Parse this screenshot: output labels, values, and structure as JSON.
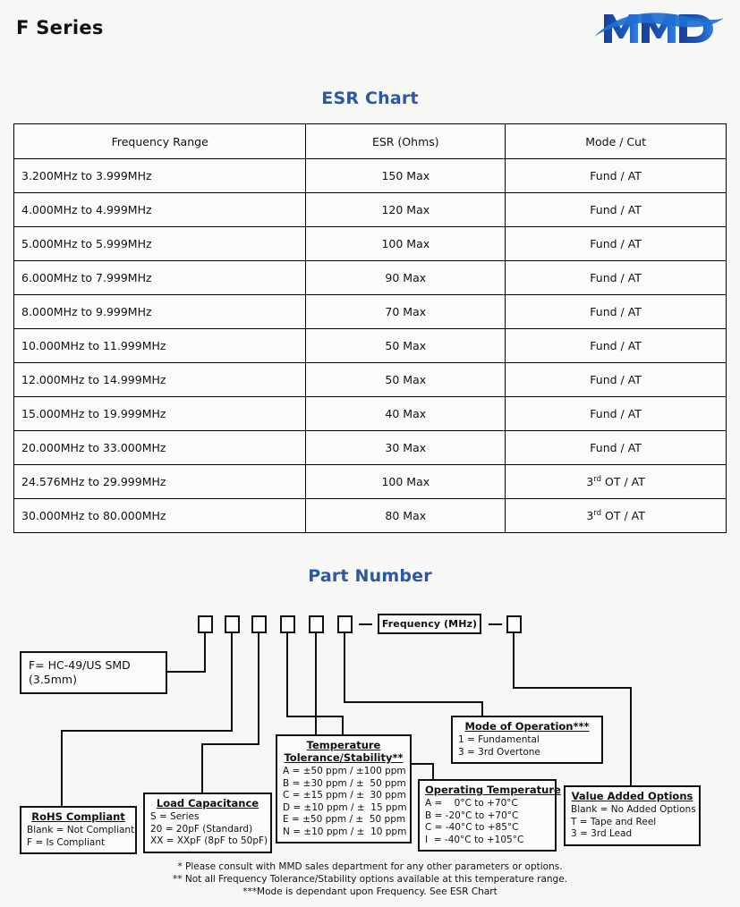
{
  "header": {
    "title": "F Series",
    "logo_alt": "MMD",
    "logo_color": "#1a4fa0",
    "logo_color_light": "#2f7ed8"
  },
  "accent_color": "#2b57a4",
  "esr_section": {
    "title": "ESR Chart",
    "columns": [
      "Frequency Range",
      "ESR (Ohms)",
      "Mode / Cut"
    ],
    "rows": [
      {
        "frequency": "3.200MHz to 3.999MHz",
        "esr": "150 Max",
        "mode": "Fund / AT",
        "mode_sup": ""
      },
      {
        "frequency": "4.000MHz to 4.999MHz",
        "esr": "120 Max",
        "mode": "Fund / AT",
        "mode_sup": ""
      },
      {
        "frequency": "5.000MHz to 5.999MHz",
        "esr": "100 Max",
        "mode": "Fund / AT",
        "mode_sup": ""
      },
      {
        "frequency": "6.000MHz to 7.999MHz",
        "esr": "90 Max",
        "mode": "Fund / AT",
        "mode_sup": ""
      },
      {
        "frequency": "8.000MHz to 9.999MHz",
        "esr": "70 Max",
        "mode": "Fund / AT",
        "mode_sup": ""
      },
      {
        "frequency": "10.000MHz to 11.999MHz",
        "esr": "50 Max",
        "mode": "Fund / AT",
        "mode_sup": ""
      },
      {
        "frequency": "12.000MHz to 14.999MHz",
        "esr": "50 Max",
        "mode": "Fund / AT",
        "mode_sup": ""
      },
      {
        "frequency": "15.000MHz to 19.999MHz",
        "esr": "40 Max",
        "mode": "Fund / AT",
        "mode_sup": ""
      },
      {
        "frequency": "20.000MHz to 33.000MHz",
        "esr": "30 Max",
        "mode": "Fund / AT",
        "mode_sup": ""
      },
      {
        "frequency": "24.576MHz to 29.999MHz",
        "esr": "100 Max",
        "mode_prefix": "3",
        "mode_sup": "rd",
        "mode_suffix": " OT / AT"
      },
      {
        "frequency": "30.000MHz to 80.000MHz",
        "esr": "80 Max",
        "mode_prefix": "3",
        "mode_sup": "rd",
        "mode_suffix": " OT / AT"
      }
    ]
  },
  "part_number_section": {
    "title": "Part Number",
    "slot_count": 6,
    "frequency_box_label": "Frequency (MHz)",
    "separator": "—",
    "boxes": {
      "package": {
        "lines": [
          "F= HC-49/US SMD",
          "(3.5mm)"
        ]
      },
      "rohs": {
        "title": "RoHS Compliant",
        "title_stars": "",
        "lines": [
          "Blank = Not Compliant",
          "F = Is Compliant"
        ]
      },
      "load_capacitance": {
        "title": "Load Capacitance",
        "title_stars": "",
        "lines": [
          "S = Series",
          "20 = 20pF (Standard)",
          "XX = XXpF (8pF to 50pF)"
        ]
      },
      "temperature": {
        "title_line1": "Temperature",
        "title_line2": "Tolerance/Stability",
        "title_stars": "**",
        "lines": [
          "A = ±50 ppm / ±100 ppm",
          "B = ±30 ppm / ±  50 ppm",
          "C = ±15 ppm / ±  30 ppm",
          "D = ±10 ppm / ±  15 ppm",
          "E = ±50 ppm / ±  50 ppm",
          "N = ±10 ppm / ±  10 ppm"
        ]
      },
      "operating_temperature": {
        "title": "Operating Temperature",
        "title_stars": "",
        "lines": [
          "A =    0°C to +70°C",
          "B = -20°C to +70°C",
          "C = -40°C to +85°C",
          "I  = -40°C to +105°C"
        ]
      },
      "mode_of_operation": {
        "title": "Mode of Operation",
        "title_stars": "***",
        "lines": [
          "1 = Fundamental",
          "3 = 3rd Overtone"
        ]
      },
      "value_added_options": {
        "title": "Value Added Options",
        "title_stars": "",
        "lines": [
          "Blank = No Added Options",
          "T = Tape and Reel",
          "3 = 3rd Lead"
        ]
      }
    }
  },
  "footnotes": [
    "* Please consult with MMD sales department for any other parameters or options.",
    "** Not all Frequency Tolerance/Stability options available at this temperature range.",
    "***Mode is dependant upon Frequency. See ESR Chart"
  ]
}
